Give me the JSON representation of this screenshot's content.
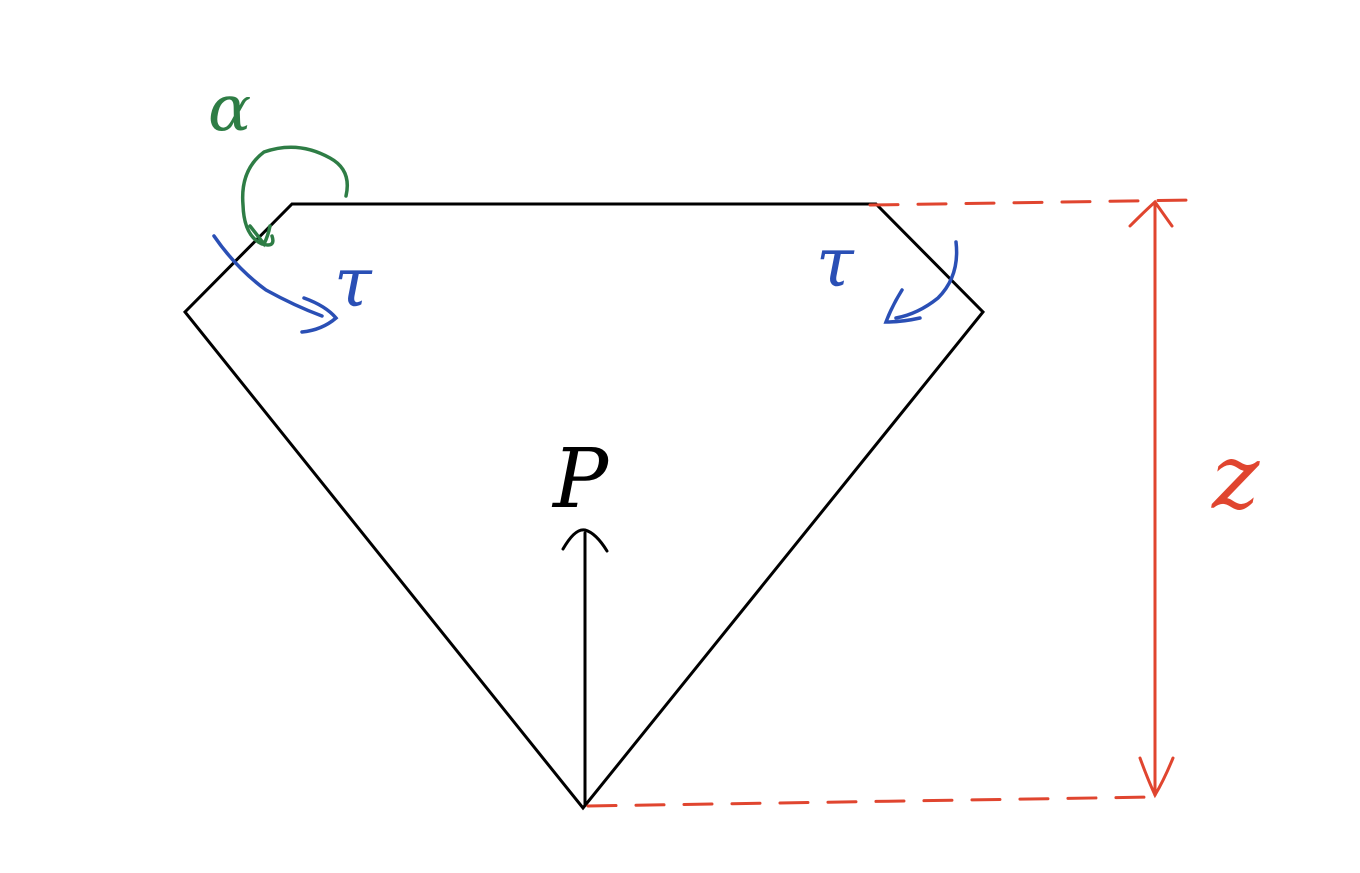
{
  "labels": {
    "alpha": "α",
    "tau_left": "τ",
    "tau_right": "τ",
    "force": "P",
    "height": "z"
  },
  "colors": {
    "outline": "#000000",
    "alpha": "#2e7d45",
    "tau": "#2a4fb5",
    "dimension": "#e0452f"
  }
}
